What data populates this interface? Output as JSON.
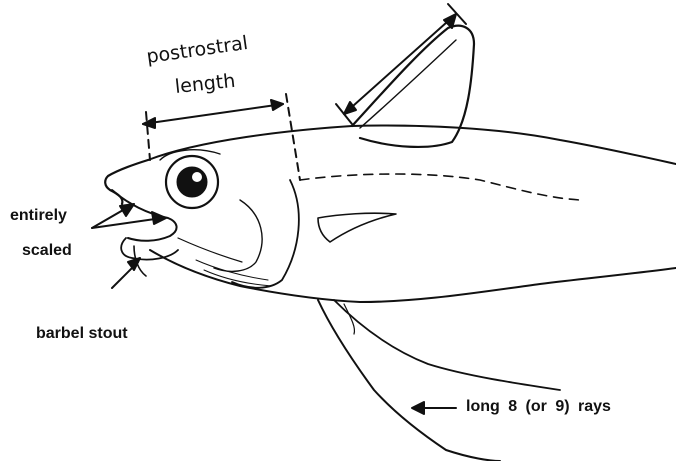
{
  "figure": {
    "labels": {
      "postrostral": "postrostral",
      "length": "length",
      "entirely": "entirely",
      "scaled": "scaled",
      "barbel": "barbel stout",
      "rays": "long 8 (or 9) rays"
    },
    "colors": {
      "ink": "#111111",
      "background": "#ffffff"
    }
  }
}
